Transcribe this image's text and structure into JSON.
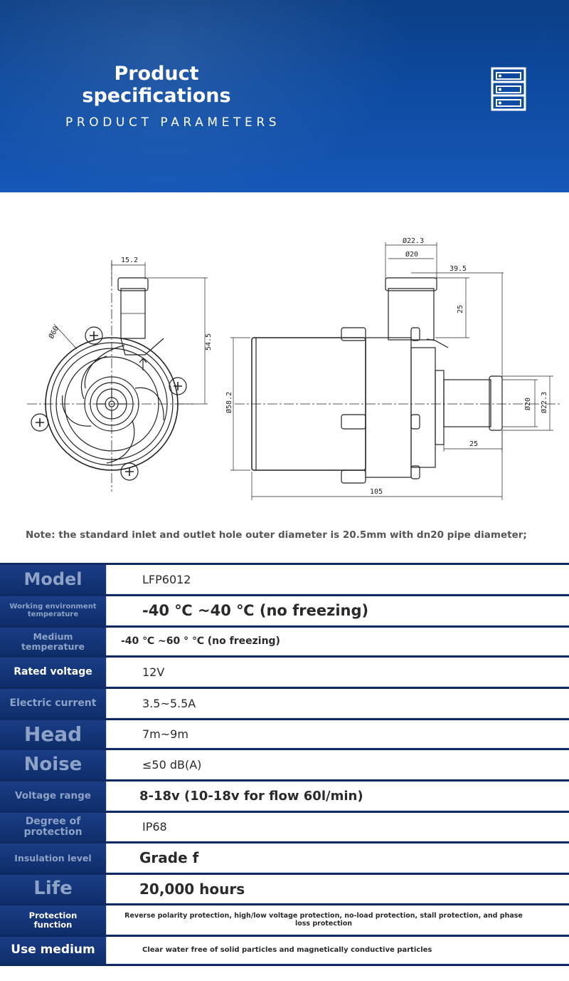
{
  "banner": {
    "title": "Product specifications",
    "subtitle": "PRODUCT PARAMETERS",
    "icon": "server-stack-icon"
  },
  "drawing": {
    "dims": {
      "d_15_2": "15.2",
      "d_phi60": "Ø60",
      "d_54_5": "54.5",
      "d_phi22_3_top": "Ø22.3",
      "d_phi20_top": "Ø20",
      "d_39_5": "39.5",
      "d_25_v": "25",
      "d_phi58_2": "Ø58.2",
      "d_phi20_side": "Ø20",
      "d_phi22_3_side": "Ø22.3",
      "d_25_h": "25",
      "d_105": "105"
    }
  },
  "note": "Note: the standard inlet and outlet hole outer diameter is 20.5mm with dn20 pipe diameter;",
  "specs": [
    {
      "label": "Model",
      "value": "LFP6012"
    },
    {
      "label": "Working environment temperature",
      "value": "-40 ℃ ~40 ℃ (no freezing)"
    },
    {
      "label": "Medium temperature",
      "value": "-40 ℃ ~60 ° ℃ (no freezing)"
    },
    {
      "label": "Rated voltage",
      "value": "12V"
    },
    {
      "label": "Electric current",
      "value": "3.5~5.5A"
    },
    {
      "label": "Head",
      "value": "7m~9m"
    },
    {
      "label": "Noise",
      "value": "≤50 dB(A)"
    },
    {
      "label": "Voltage range",
      "value": "8-18v (10-18v for flow 60l/min)"
    },
    {
      "label": "Degree of protection",
      "value": "IP68"
    },
    {
      "label": "Insulation level",
      "value": "Grade f"
    },
    {
      "label": "Life",
      "value": "20,000 hours"
    },
    {
      "label": "Protection function",
      "value": "Reverse polarity protection, high/low voltage protection, no-load protection, stall protection, and phase loss protection"
    },
    {
      "label": "Use medium",
      "value": "Clear water free of solid particles and magnetically conductive particles"
    }
  ],
  "colors": {
    "banner_blue": "#0d4aa0",
    "table_label_bg": "#12336f",
    "table_border": "#0f2a62"
  }
}
